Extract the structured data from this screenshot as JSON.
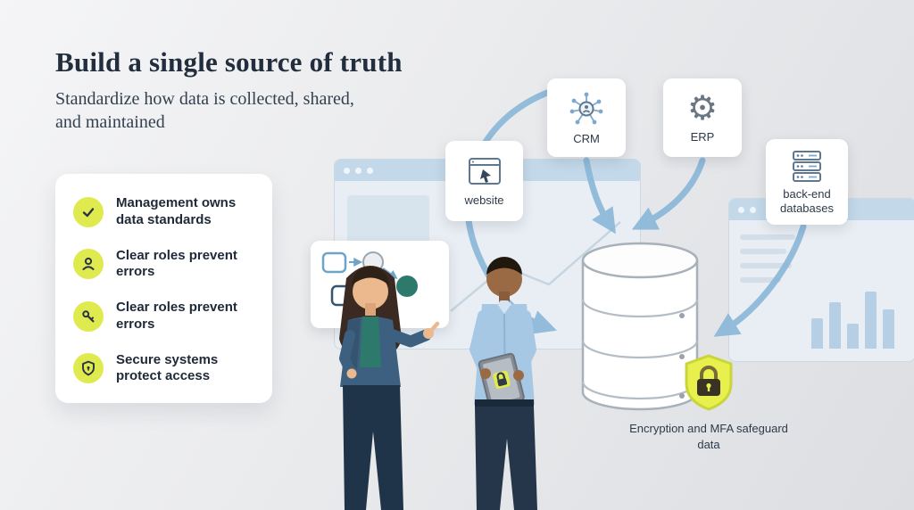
{
  "header": {
    "title": "Build a single source of truth",
    "subtitle": "Standardize how data is collected, shared, and maintained"
  },
  "checklist": {
    "items": [
      {
        "icon": "check-icon",
        "label": "Management owns data standards"
      },
      {
        "icon": "person-icon",
        "label": "Clear roles prevent errors"
      },
      {
        "icon": "key-icon",
        "label": "Clear roles prevent errors"
      },
      {
        "icon": "shield-icon",
        "label": "Secure systems protect access"
      }
    ]
  },
  "sources": {
    "website": {
      "label": "website",
      "icon": "browser-icon"
    },
    "crm": {
      "label": "CRM",
      "icon": "network-icon"
    },
    "erp": {
      "label": "ERP",
      "icon": "gear-icon"
    },
    "databases": {
      "label": "back-end databases",
      "icon": "server-icon"
    }
  },
  "security": {
    "caption": "Encryption and MFA safeguard data"
  },
  "icons": {
    "gear": "⚙"
  },
  "colors": {
    "accent_green": "#dfea4e",
    "arrow_blue": "#8ab7d9",
    "teal": "#2d7a6d",
    "navy_text": "#222e3d",
    "blazer_blue": "#3d6080",
    "shirt_blue": "#a7c8e5"
  }
}
